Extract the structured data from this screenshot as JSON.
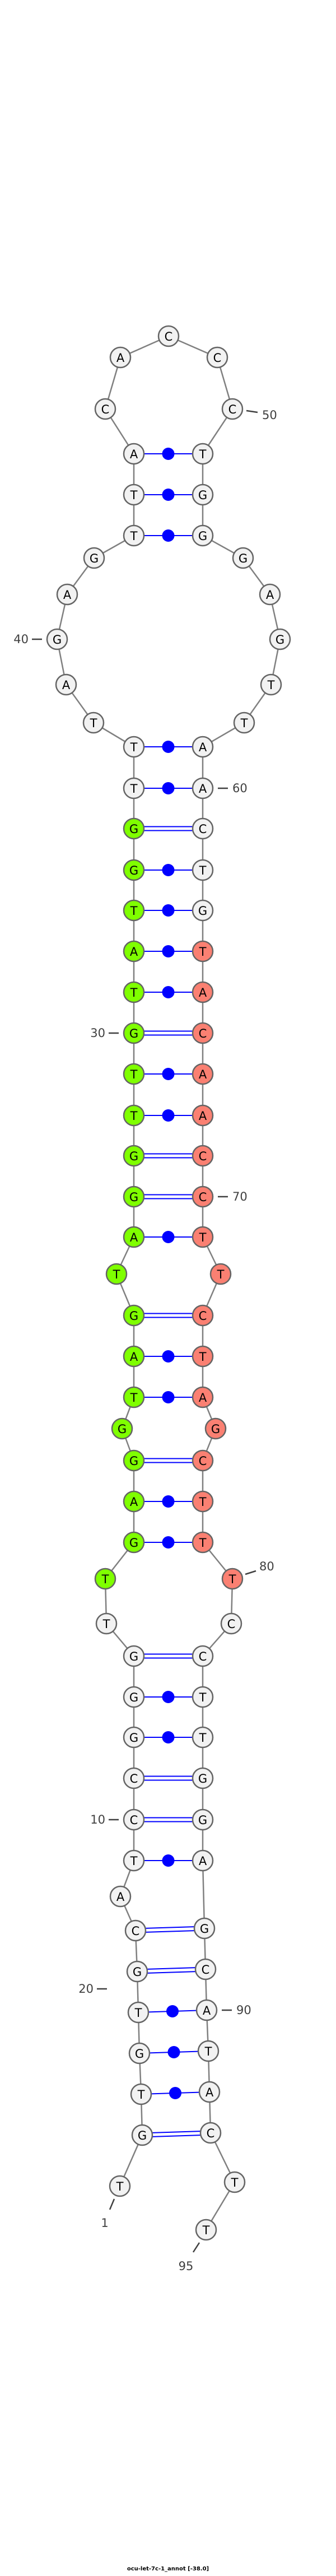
{
  "title": "ocu-let-7c-1_annot [-38.0]",
  "sequence": [
    "T",
    "G",
    "T",
    "G",
    "T",
    "G",
    "C",
    "A",
    "T",
    "C",
    "C",
    "G",
    "G",
    "G",
    "T",
    "T",
    "G",
    "A",
    "G",
    "G",
    "T",
    "A",
    "G",
    "T",
    "A",
    "G",
    "G",
    "T",
    "T",
    "G",
    "T",
    "A",
    "T",
    "G",
    "G",
    "T",
    "T",
    "T",
    "A",
    "G",
    "A",
    "G",
    "T",
    "T",
    "A",
    "C",
    "A",
    "C",
    "C",
    "C",
    "T",
    "G",
    "G",
    "G",
    "A",
    "G",
    "T",
    "T",
    "A",
    "A",
    "C",
    "T",
    "G",
    "T",
    "A",
    "C",
    "A",
    "A",
    "C",
    "C",
    "T",
    "T",
    "C",
    "T",
    "A",
    "G",
    "C",
    "T",
    "T",
    "T",
    "C",
    "C",
    "T",
    "T",
    "G",
    "G",
    "A",
    "G",
    "C",
    "A",
    "T",
    "A",
    "C",
    "T",
    "T"
  ],
  "pairs": [
    [
      2,
      93
    ],
    [
      3,
      92
    ],
    [
      4,
      91
    ],
    [
      5,
      90
    ],
    [
      6,
      89
    ],
    [
      7,
      88
    ],
    [
      9,
      87
    ],
    [
      10,
      86
    ],
    [
      11,
      85
    ],
    [
      12,
      84
    ],
    [
      13,
      83
    ],
    [
      14,
      82
    ],
    [
      17,
      79
    ],
    [
      18,
      78
    ],
    [
      19,
      77
    ],
    [
      21,
      75
    ],
    [
      22,
      74
    ],
    [
      23,
      73
    ],
    [
      25,
      71
    ],
    [
      26,
      70
    ],
    [
      27,
      69
    ],
    [
      28,
      68
    ],
    [
      29,
      67
    ],
    [
      30,
      66
    ],
    [
      31,
      65
    ],
    [
      32,
      64
    ],
    [
      33,
      63
    ],
    [
      34,
      62
    ],
    [
      35,
      61
    ],
    [
      36,
      60
    ],
    [
      37,
      59
    ],
    [
      43,
      53
    ],
    [
      44,
      52
    ],
    [
      45,
      51
    ]
  ],
  "highlights": [
    {
      "from": 16,
      "to": 35,
      "color": "#7fff00"
    },
    {
      "from": 64,
      "to": 80,
      "color": "#fa8072"
    }
  ],
  "colors": {
    "default_fill": "#f2f2f2",
    "node_stroke": "#646464",
    "backbone": "#808080",
    "pair": "#0000ff",
    "label": "#404040"
  },
  "position_labels": [
    "1",
    "10",
    "20",
    "30",
    "40",
    "50",
    "60",
    "70",
    "80",
    "90",
    "95"
  ]
}
